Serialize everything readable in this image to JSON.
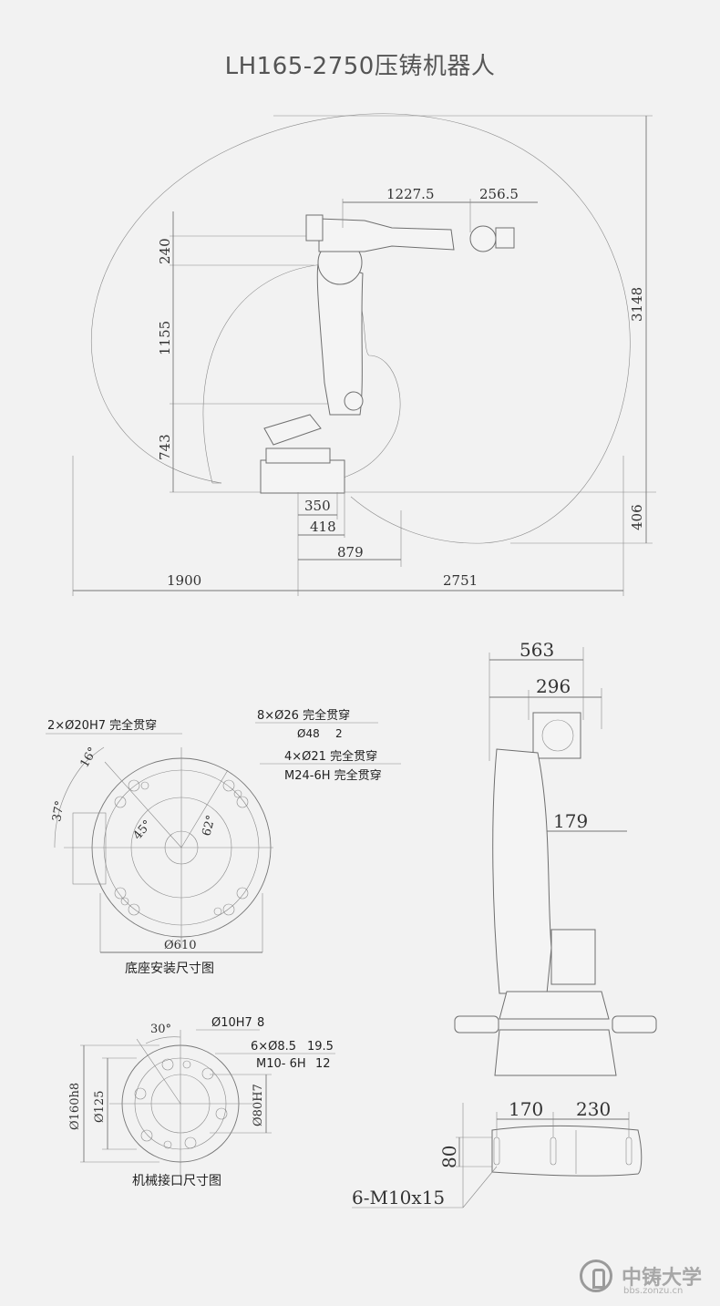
{
  "title": "LH165-2750压铸机器人",
  "dimensions": {
    "side_upper_arm": "1227.5",
    "side_wrist": "256.5",
    "side_240": "240",
    "side_1155": "1155",
    "side_743": "743",
    "side_3148": "3148",
    "side_406": "406",
    "side_350": "350",
    "side_418": "418",
    "side_879": "879",
    "side_1900": "1900",
    "side_2751": "2751",
    "back_563": "563",
    "back_296": "296",
    "back_179": "179",
    "leg_170": "170",
    "leg_230": "230",
    "leg_80": "80"
  },
  "base": {
    "caption": "底座安装尺寸图",
    "note_2x20": "2×Ø20H7 完全贯穿",
    "note_8x26": "8×Ø26 完全贯穿",
    "note_pcd": "Ø48",
    "note_pcd_depth": "2",
    "note_4x21": "4×Ø21 完全贯穿",
    "note_m24": "M24-6H 完全贯穿",
    "angle_16": "16°",
    "angle_37": "37°",
    "angle_45": "45°",
    "angle_62": "62°",
    "dia_610": "Ø610"
  },
  "flange": {
    "caption": "机械接口尺寸图",
    "note_10h7": "Ø10H7",
    "note_10h7_depth": "8",
    "note_6x8": "6×Ø8.5",
    "note_6x8_depth": "19.5",
    "note_m10": "M10- 6H",
    "note_m10_depth": "12",
    "angle_30": "30°",
    "dia_160": "Ø160h8",
    "dia_125": "Ø125",
    "dia_80": "Ø80H7"
  },
  "bolts": {
    "note": "6-M10x15"
  },
  "watermark": {
    "name": "中铸大学",
    "url": "bbs.zonzu.cn"
  }
}
